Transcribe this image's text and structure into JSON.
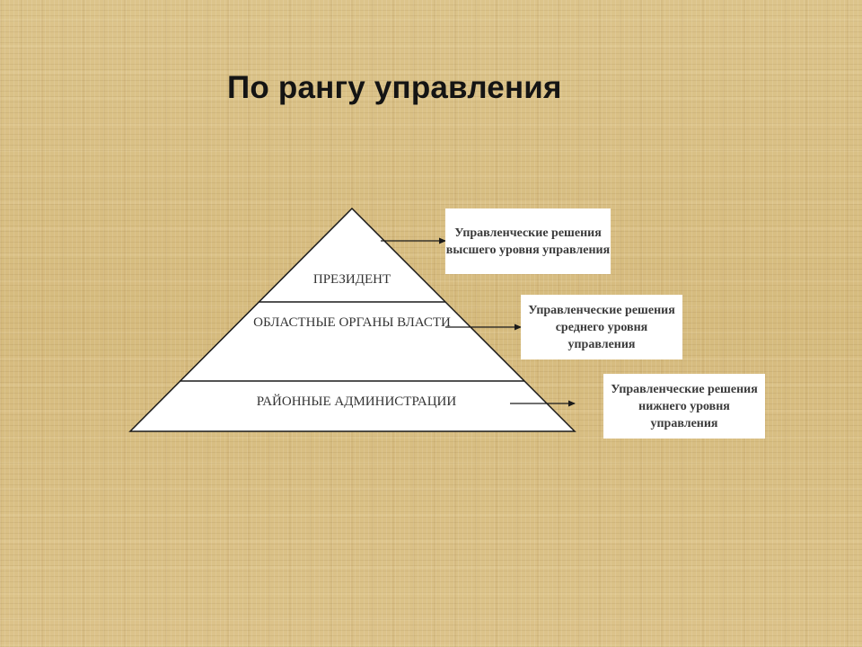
{
  "slide": {
    "title": "По рангу управления"
  },
  "pyramid": {
    "levels": [
      {
        "label": "ПРЕЗИДЕНТ"
      },
      {
        "label": "ОБЛАСТНЫЕ  ОРГАНЫ ВЛАСТИ"
      },
      {
        "label": "РАЙОННЫЕ АДМИНИСТРАЦИИ"
      }
    ]
  },
  "notes": [
    {
      "text": "Управленческие решения высшего уровня управления"
    },
    {
      "text": "Управленческие решения среднего уровня управления"
    },
    {
      "text": "Управленческие решения нижнего уровня управления"
    }
  ],
  "colors": {
    "background": "#d9bf85",
    "pyramid_fill": "#ffffff",
    "stroke": "#1a1a1a",
    "title_text": "#141414"
  }
}
